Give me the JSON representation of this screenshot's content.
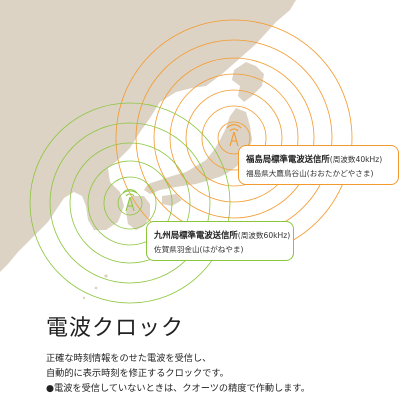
{
  "stations": {
    "fukushima": {
      "name": "福島局標準電波送信所",
      "frequency": "(周波数40kHz)",
      "location": "福島県大鷹鳥谷山(おおたかどやさま)",
      "color": "#f39a2e"
    },
    "kyushu": {
      "name": "九州局標準電波送信所",
      "frequency": "(周波数60kHz)",
      "location": "佐賀県羽金山(はがねやま)",
      "color": "#8cc63f"
    }
  },
  "map_colors": {
    "land": "#ddd3c4",
    "sea": "#ffffff"
  },
  "title": "電波クロック",
  "description": {
    "line1": "正確な時刻情報をのせた電波を受信し、",
    "line2": "自動的に表示時刻を修正するクロックです。",
    "line3": "●電波を受信していないときは、クオーツの精度で作動します。"
  }
}
